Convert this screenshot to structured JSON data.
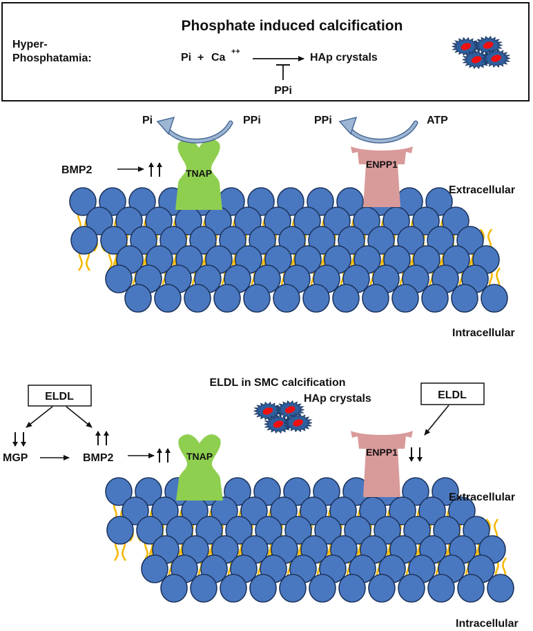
{
  "top_box": {
    "title": "Phosphate induced calcification",
    "condition_line1": "Hyper-",
    "condition_line2": "Phosphatamia:",
    "reactant_pi": "Pi",
    "plus": "+",
    "reactant_ca": "Ca",
    "ca_charge": "++",
    "product": "HAp crystals",
    "inhibitor": "PPi"
  },
  "panel1": {
    "tnap_out": "Pi",
    "tnap_in": "PPi",
    "enpp1_out": "PPi",
    "enpp1_in": "ATP",
    "bmp2": "BMP2",
    "tnap": "TNAP",
    "enpp1": "ENPP1",
    "extracellular": "Extracellular",
    "intracellular": "Intracellular"
  },
  "panel2": {
    "title": "ELDL in SMC calcification",
    "crystals_label": "HAp crystals",
    "eldl_left": "ELDL",
    "eldl_right": "ELDL",
    "mgp": "MGP",
    "bmp2": "BMP2",
    "tnap": "TNAP",
    "enpp1": "ENPP1",
    "extracellular": "Extracellular",
    "intracellular": "Intracellular"
  },
  "colors": {
    "lipid_head": "#4a78c0",
    "lipid_head_stroke": "#1c355f",
    "lipid_tail": "#f5b800",
    "tnap": "#8fcf50",
    "enpp1": "#d99a9a",
    "crystal_body": "#2f5f9e",
    "crystal_core": "#ee1010",
    "curved_arrow": "#6e8fb5"
  }
}
